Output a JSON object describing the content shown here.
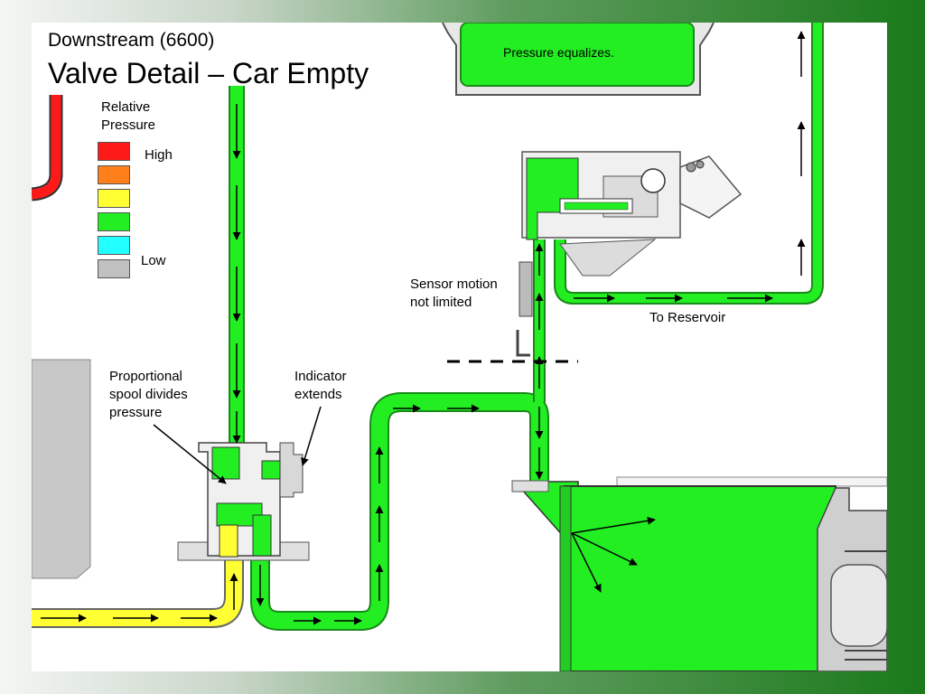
{
  "slide": {
    "subtitle": "Downstream (6600)",
    "title": "Valve Detail – Car Empty"
  },
  "legend": {
    "heading_line1": "Relative",
    "heading_line2": "Pressure",
    "high_label": "High",
    "low_label": "Low",
    "colors": [
      "#ff1a1a",
      "#ff7f1a",
      "#ffff33",
      "#22ee22",
      "#22ffff",
      "#c0c0c0"
    ]
  },
  "callouts": {
    "spool_line1": "Proportional",
    "spool_line2": "spool divides",
    "spool_line3": "pressure",
    "indicator_line1": "Indicator",
    "indicator_line2": "extends",
    "sensor_line1": "Sensor motion",
    "sensor_line2": "not limited",
    "reservoir": "To Reservoir",
    "cylinder": "Pressure equalizes."
  },
  "colors": {
    "green": "#22ee22",
    "yellow": "#ffff33",
    "red": "#ff1a1a",
    "gray": "#c8c8c8",
    "background_frame": "#1a7a1a"
  }
}
